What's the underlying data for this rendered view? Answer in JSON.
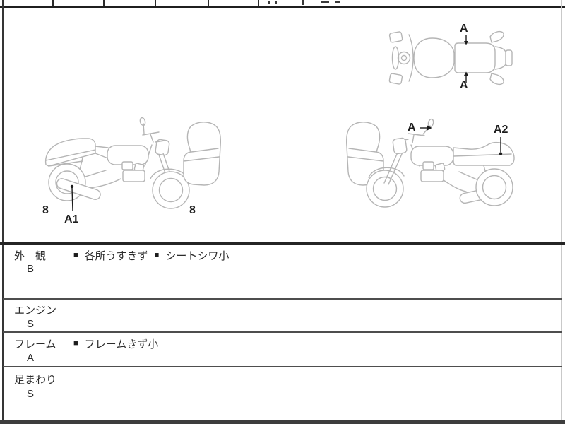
{
  "colors": {
    "line_art": "#b5b5b5",
    "label_text": "#1c1c1c",
    "table_text": "#2b2b2b",
    "border_dark": "#242424",
    "bottom_bar": "#3d3d3d"
  },
  "condition_diagram": {
    "top_view_labels": {
      "upper": "A",
      "lower": "A"
    },
    "left_side_labels": {
      "left_number": "8",
      "pointer": "A1",
      "right_number": "8"
    },
    "right_side_labels": {
      "mirror_pointer": "A",
      "tail_pointer": "A2"
    }
  },
  "grade_table": {
    "bullet": "■",
    "rows": [
      {
        "label": "外　観",
        "grade": "B",
        "items": [
          "各所うすきず",
          "シートシワ小"
        ]
      },
      {
        "label": "エンジン",
        "grade": "S",
        "items": []
      },
      {
        "label": "フレーム",
        "grade": "A",
        "items": [
          "フレームきず小"
        ]
      },
      {
        "label": "足まわり",
        "grade": "S",
        "items": []
      }
    ]
  }
}
